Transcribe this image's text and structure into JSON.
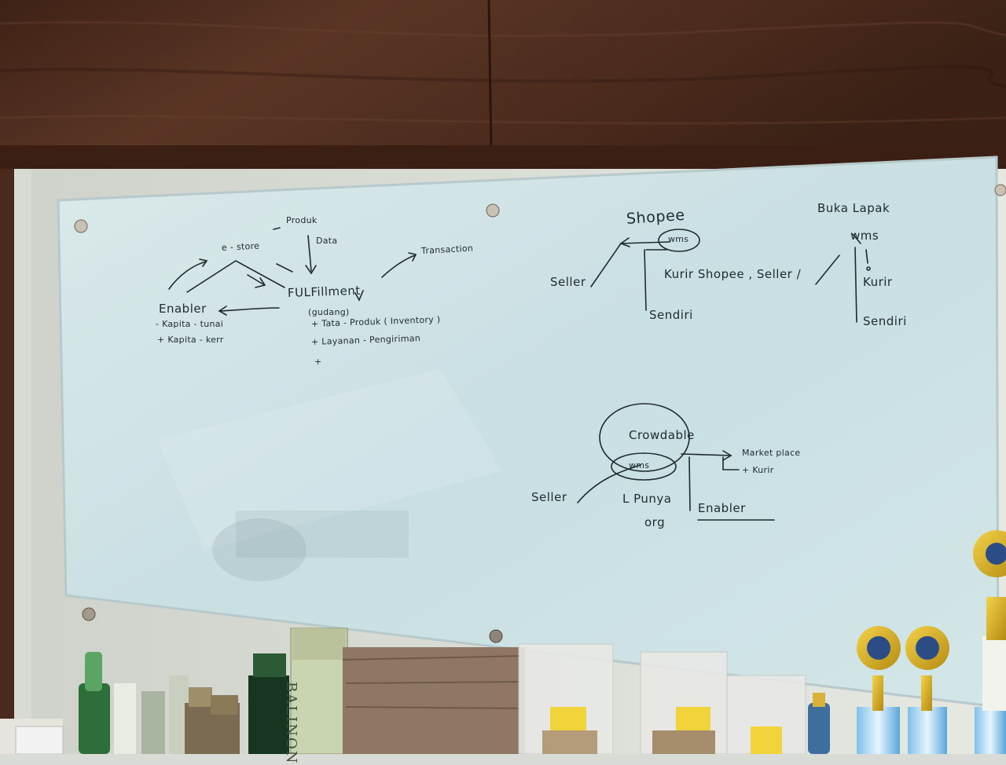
{
  "whiteboard": {
    "left_flow": {
      "e_store": "e - store",
      "produk": "Produk",
      "data": "Data",
      "transaction": "Transaction",
      "enabler": "Enabler",
      "fulfillment": "FULFillment",
      "gudang": "(gudang)",
      "enabler_items": [
        "- Kapita - tunai",
        "+ Kapita - kerr"
      ],
      "fulfillment_items": [
        "+ Tata - Produk ( Inventory )",
        "+ Layanan - Pengiriman",
        "+"
      ]
    },
    "right_top": {
      "shopee": "Shopee",
      "wms": "wms",
      "seller": "Seller",
      "kurir_line": "Kurir Shopee , Seller /",
      "sendiri": "Sendiri",
      "bukalapak": "Buka Lapak",
      "bl_wms": "wms",
      "kurir": "Kurir",
      "bl_sendiri": "Sendiri"
    },
    "bottom_diagram": {
      "crowdable": "Crowdable",
      "wms": "wms",
      "marketplace": "Market place",
      "kurir": "+ Kurir",
      "seller": "Seller",
      "punya": "L Punya",
      "org": "org",
      "enabler": "Enabler"
    }
  },
  "products": {
    "bottle_brand": "BALINON"
  },
  "colors": {
    "wood": "#4a2a1c",
    "board": "#cfe3e5",
    "marker": "#1f2a2d"
  }
}
